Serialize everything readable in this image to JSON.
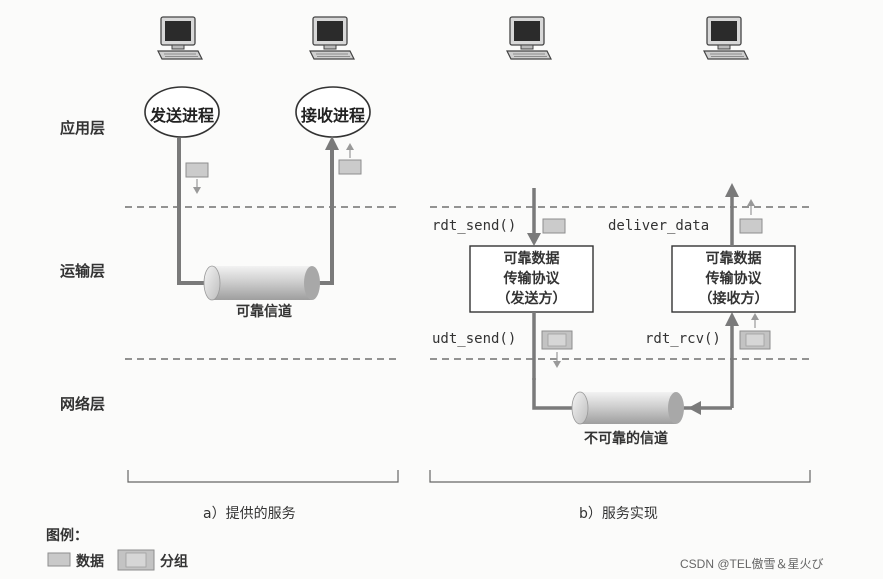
{
  "layers": {
    "application": "应用层",
    "transport": "运输层",
    "network": "网络层"
  },
  "panel_a": {
    "sender_process": "发送进程",
    "receiver_process": "接收进程",
    "channel": "可靠信道",
    "caption": "a）提供的服务"
  },
  "panel_b": {
    "rdt_send": "rdt_send()",
    "deliver_data": "deliver_data",
    "udt_send": "udt_send()",
    "rdt_rcv": "rdt_rcv()",
    "sender_box": [
      "可靠数据",
      "传输协议",
      "（发送方）"
    ],
    "receiver_box": [
      "可靠数据",
      "传输协议",
      "（接收方）"
    ],
    "channel": "不可靠的信道",
    "caption": "b）服务实现"
  },
  "legend": {
    "title": "图例：",
    "data": "数据",
    "packet": "分组"
  },
  "watermark": "CSDN @TEL傲雪＆星火び",
  "colors": {
    "arrow": "#7a7a7a",
    "dashed": "#555555",
    "pipe": "#d4d4d4",
    "data_block": "#c9c9c9"
  }
}
